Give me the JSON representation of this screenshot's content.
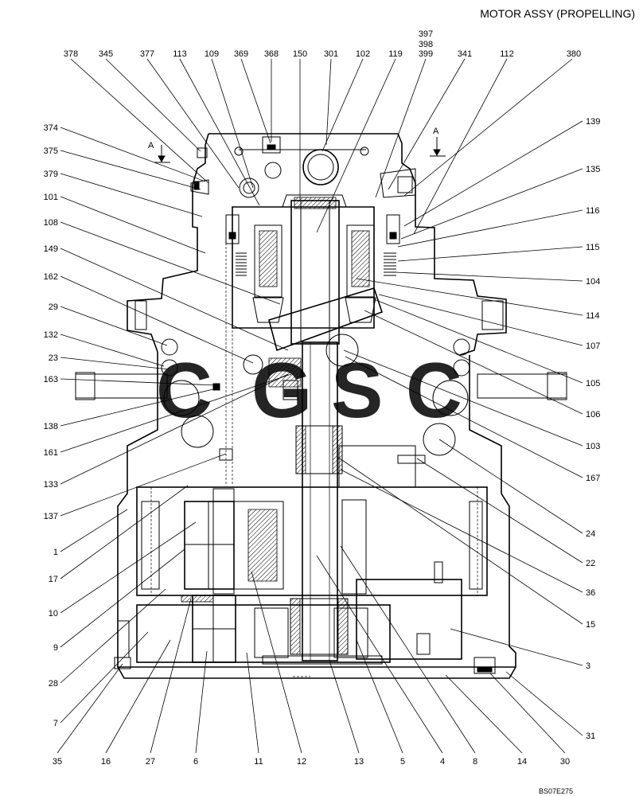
{
  "title": "MOTOR ASSY (PROPELLING)",
  "drawing_code": "BS07E275",
  "section_marker": "A",
  "watermark": [
    "C",
    "G",
    "S",
    "C"
  ],
  "colors": {
    "wm_blue": "#3b7de0",
    "wm_red": "#ef5a4e",
    "wm_yellow": "#f7c94a",
    "wm_green": "#2f9c64"
  },
  "top_labels": [
    "378",
    "345",
    "377",
    "113",
    "109",
    "369",
    "368",
    "150",
    "301",
    "102",
    "119",
    "397",
    "398",
    "399",
    "341",
    "112",
    "380"
  ],
  "left_labels": [
    "374",
    "375",
    "379",
    "101",
    "108",
    "149",
    "162",
    "29",
    "132",
    "23",
    "163",
    "138",
    "161",
    "133",
    "137",
    "1",
    "17",
    "10",
    "9",
    "28",
    "7"
  ],
  "right_labels": [
    "139",
    "135",
    "116",
    "115",
    "104",
    "114",
    "107",
    "105",
    "106",
    "103",
    "167",
    "24",
    "22",
    "36",
    "15",
    "3",
    "31"
  ],
  "bottom_labels": [
    "35",
    "16",
    "27",
    "6",
    "11",
    "12",
    "13",
    "5",
    "4",
    "8",
    "14",
    "30"
  ]
}
